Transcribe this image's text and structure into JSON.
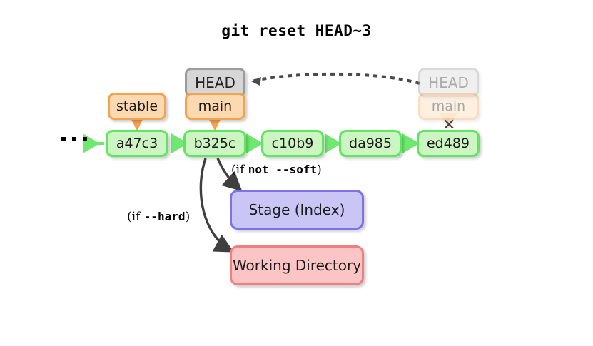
{
  "title": "git reset HEAD~3",
  "background_color": "#ffffff",
  "palette": {
    "commit_fill": "#cdf5c4",
    "commit_border": "#5fe65f",
    "branch_fill": "#fcd9b0",
    "branch_border": "#f5a24f",
    "head_fill": "#d6d6d6",
    "head_border": "#9c9c9c",
    "stage_fill": "#c9c6f5",
    "stage_border": "#7d72e8",
    "workdir_fill": "#fbc5c5",
    "workdir_border": "#f08080",
    "arrow_dark": "#3f3f3f",
    "text": "#1a1a1a"
  },
  "commits": [
    {
      "id": "a47c3",
      "label": "a47c3"
    },
    {
      "id": "b325c",
      "label": "b325c"
    },
    {
      "id": "c10b9",
      "label": "c10b9"
    },
    {
      "id": "da985",
      "label": "da985"
    },
    {
      "id": "ed489",
      "label": "ed489"
    }
  ],
  "ellipsis": "• • •",
  "refs": {
    "stable": "stable",
    "main_current": "main",
    "head_current": "HEAD",
    "main_old": "main",
    "head_old": "HEAD"
  },
  "areas": {
    "stage": "Stage (Index)",
    "working_directory": "Working Directory"
  },
  "annotations": {
    "soft": {
      "prefix": "(if ",
      "flag": "not --soft",
      "suffix": ")",
      "full": "(if not --soft)"
    },
    "hard": {
      "prefix": "(if ",
      "flag": "--hard",
      "suffix": ")",
      "full": "(if --hard)"
    }
  },
  "markers": {
    "detached_x": "✕"
  }
}
